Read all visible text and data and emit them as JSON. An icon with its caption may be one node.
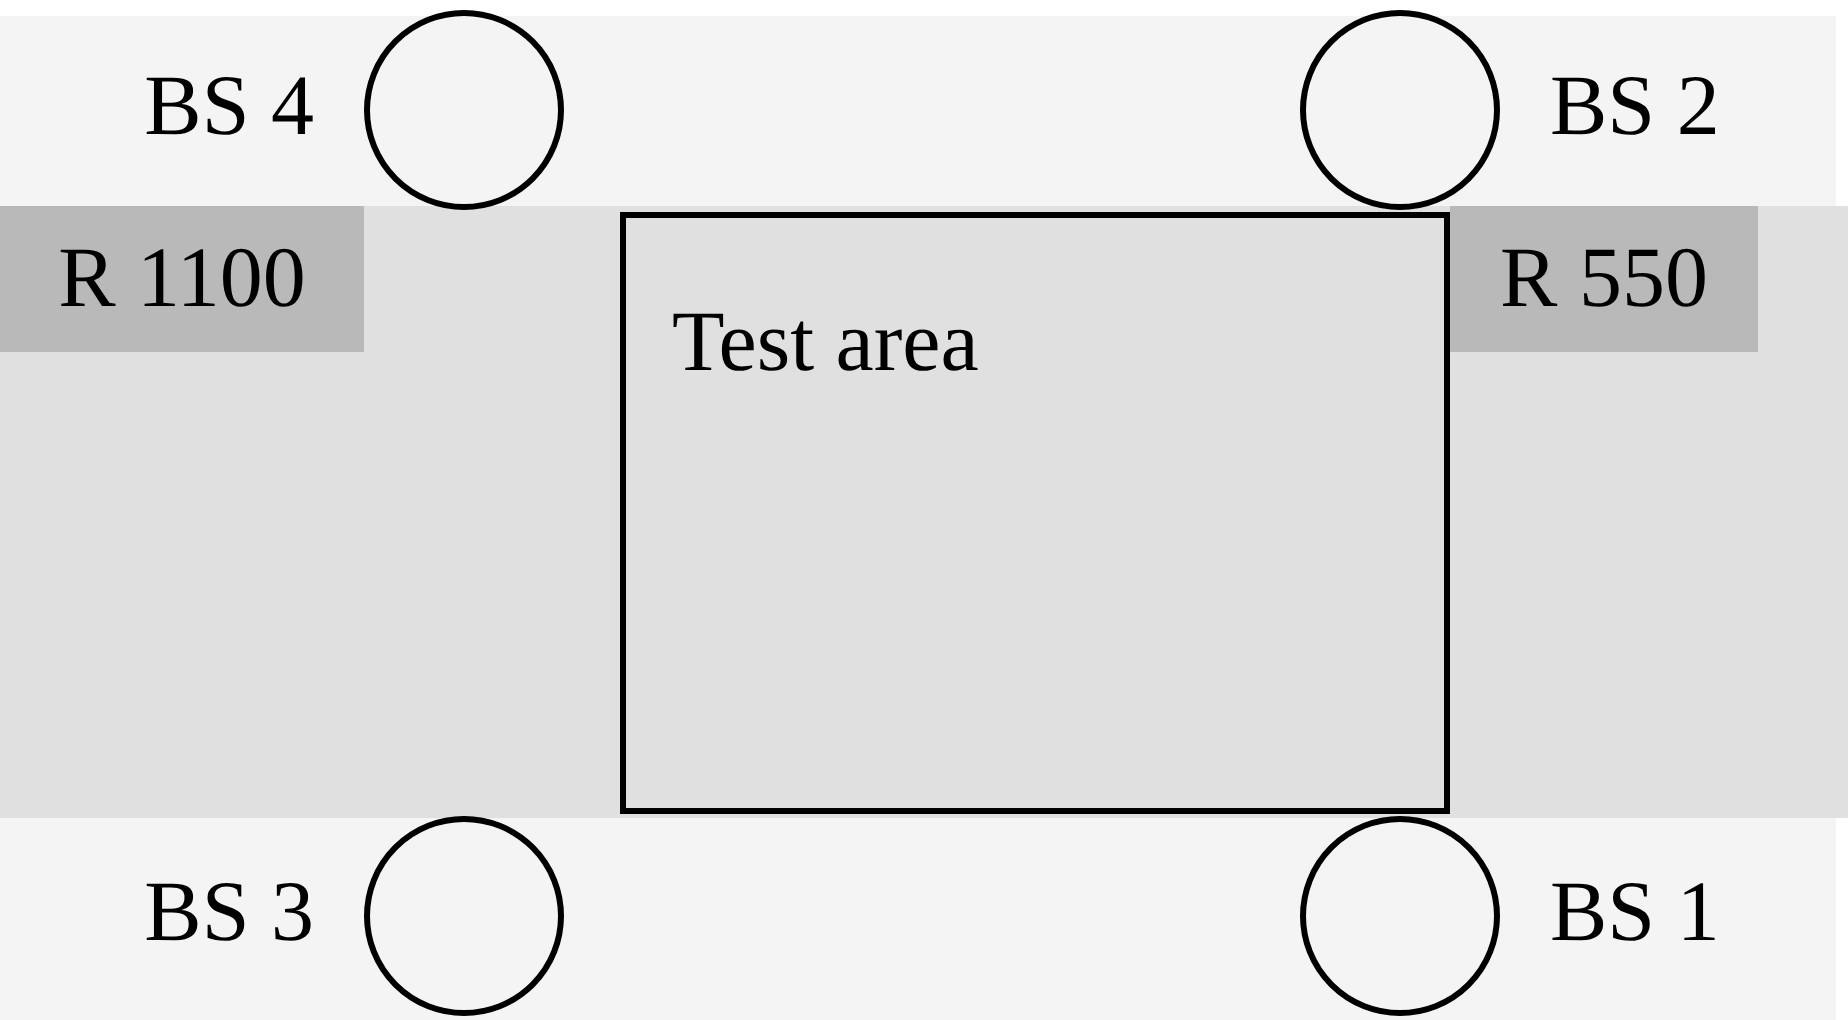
{
  "diagram": {
    "nodes": [
      {
        "text": [],
        "shape": "circle",
        "beside": [
          "BS 4"
        ]
      },
      {
        "text": [],
        "shape": "circle",
        "beside": [
          "BS 2"
        ]
      },
      {
        "text": [],
        "shape": "band"
      },
      {
        "text": [
          "R 1100"
        ],
        "in": 2
      },
      {
        "text": [
          "Test area"
        ],
        "in": 2
      },
      {
        "text": [
          "R 550"
        ],
        "in": 2
      },
      {
        "text": [],
        "shape": "circle",
        "beside": [
          "BS 3"
        ]
      },
      {
        "text": [],
        "shape": "circle",
        "beside": [
          "BS 1"
        ]
      }
    ]
  }
}
